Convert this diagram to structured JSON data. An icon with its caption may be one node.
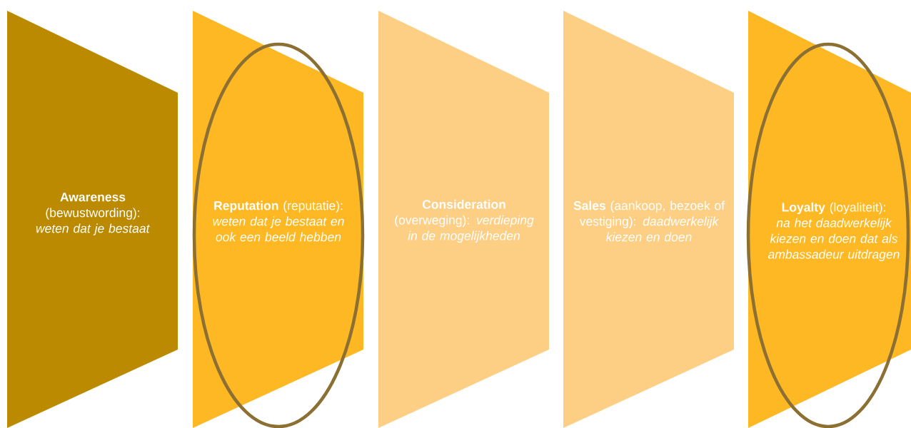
{
  "diagram": {
    "nodes": [
      {
        "text": [
          "**Awareness** (bewustwording): *weten dat je bestaat*"
        ]
      },
      {
        "text": [
          "**Reputation** (reputatie): *weten dat je bestaat en ook een beeld hebben*"
        ]
      },
      {
        "text": [
          "**Consideration** (overweging): *verdieping in de mogelijkheden*"
        ]
      },
      {
        "text": [
          "**Sales** (aankoop, bezoek of vestiging): *daadwerkelijk kiezen en doen*"
        ]
      },
      {
        "text": [
          "**Loyalty** (loyaliteit): *na het daadwerkelijk kiezen en doen dat als ambassadeur uitdragen*"
        ]
      }
    ]
  }
}
